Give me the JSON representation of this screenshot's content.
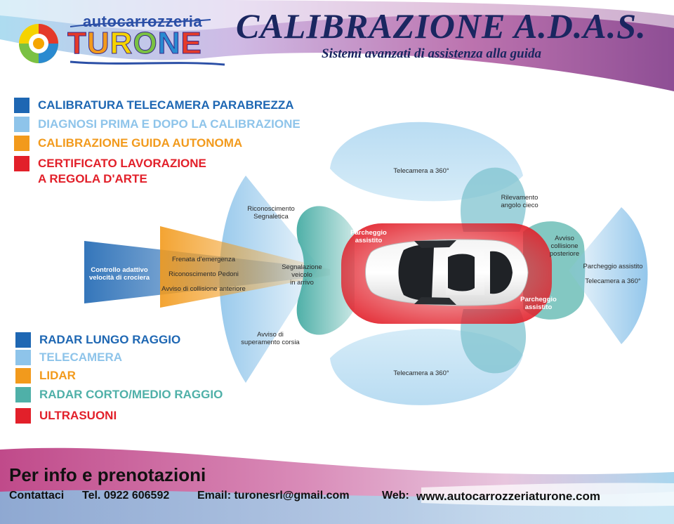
{
  "logo": {
    "line1": "autocarrozzeria",
    "line2": "TURONE"
  },
  "header": {
    "title": "CALIBRAZIONE A.D.A.S.",
    "subtitle": "Sistemi avanzati di assistenza alla guida"
  },
  "services": [
    {
      "label": "CALIBRATURA TELECAMERA PARABREZZA",
      "color": "#1e67b3"
    },
    {
      "label": "DIAGNOSI PRIMA E DOPO LA CALIBRAZIONE",
      "color": "#8ec4ea"
    },
    {
      "label": "CALIBRAZIONE GUIDA AUTONOMA",
      "color": "#f29a1c"
    },
    {
      "label": "CERTIFICATO LAVORAZIONE",
      "label2": "A REGOLA D'ARTE",
      "color": "#e2202a"
    }
  ],
  "sensors": [
    {
      "label": "RADAR LUNGO RAGGIO",
      "color": "#1e67b3"
    },
    {
      "label": "TELECAMERA",
      "color": "#8ec4ea"
    },
    {
      "label": "LIDAR",
      "color": "#f29a1c"
    },
    {
      "label": "RADAR CORTO/MEDIO RAGGIO",
      "color": "#4fb0a8"
    },
    {
      "label": "ULTRASUONI",
      "color": "#e2202a"
    }
  ],
  "zones": {
    "acc": [
      "Controllo adattivo",
      "velocità di crociera"
    ],
    "frenata": "Frenata d'emergenza",
    "pedoni": "Riconoscimento Pedoni",
    "collisione_ant": "Avviso di collisione anteriore",
    "segnaletica": [
      "Riconoscimento",
      "Segnaletica"
    ],
    "veicolo": [
      "Segnalazione",
      "veicolo",
      "in arrivo"
    ],
    "corsia": [
      "Avviso di",
      "superamento corsia"
    ],
    "cam_top": "Telecamera a 360°",
    "cam_bottom": "Telecamera a 360°",
    "angolo": [
      "Rilevamento",
      "angolo cieco"
    ],
    "park_front": [
      "Parcheggio",
      "assistito"
    ],
    "park_rear": [
      "Parcheggio",
      "assistito"
    ],
    "collisione_post": [
      "Avviso",
      "collisione",
      "posteriore"
    ],
    "park_right": "Parcheggio assistito",
    "cam_right": "Telecamera a 360°"
  },
  "footer": {
    "title": "Per info e prenotazioni",
    "contact_label": "Contattaci",
    "phone": "Tel. 0922 606592",
    "email": "Email: turonesrl@gmail.com",
    "web_label": "Web:",
    "web": "www.autocarrozzeriaturone.com"
  }
}
